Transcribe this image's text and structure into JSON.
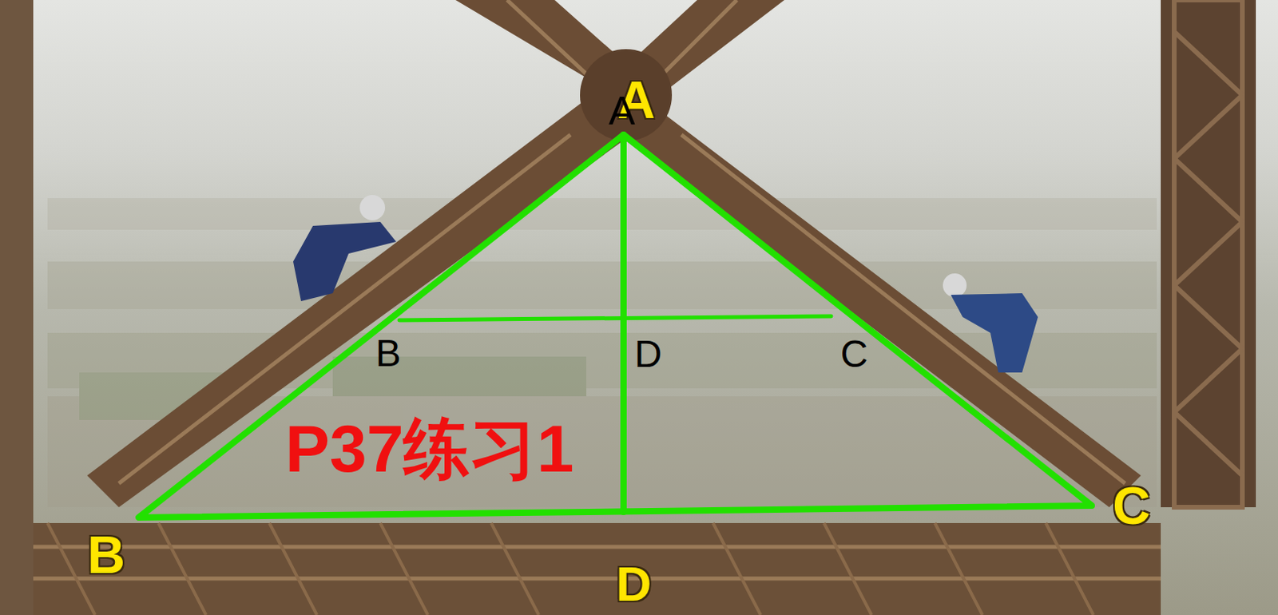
{
  "diagram": {
    "labels": [
      "A",
      "A",
      "B",
      "D",
      "C",
      "P37练习1",
      "C",
      "B",
      "D"
    ]
  }
}
